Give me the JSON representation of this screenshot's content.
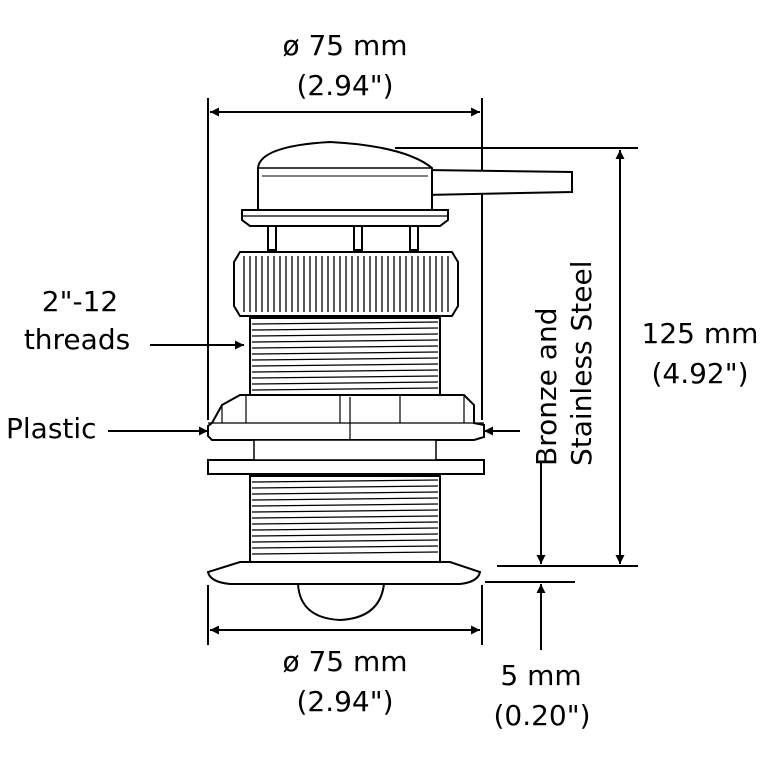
{
  "labels": {
    "top_diameter": "ø 75 mm",
    "top_diameter_in": "(2.94\")",
    "threads_line1": "2\"-12",
    "threads_line2": "threads",
    "plastic": "Plastic",
    "material_line1": "Bronze and",
    "material_line2": "Stainless Steel",
    "height": "125 mm",
    "height_in": "(4.92\")",
    "bottom_diameter": "ø 75 mm",
    "bottom_diameter_in": "(2.94\")",
    "protrusion": "5 mm",
    "protrusion_in": "(0.20\")"
  },
  "colors": {
    "line": "#000000",
    "fill": "#ffffff"
  }
}
